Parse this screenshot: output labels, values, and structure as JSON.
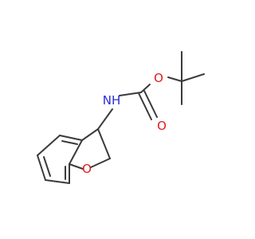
{
  "structure": {
    "atom_labels": {
      "nh": "NH",
      "o_ester": "O",
      "o_carbonyl": "O",
      "o_ring": "O"
    },
    "colors": {
      "bond": "#3a3a3a",
      "nitrogen": "#2b2bd6",
      "oxygen": "#e01b1b",
      "background": "#ffffff"
    }
  }
}
